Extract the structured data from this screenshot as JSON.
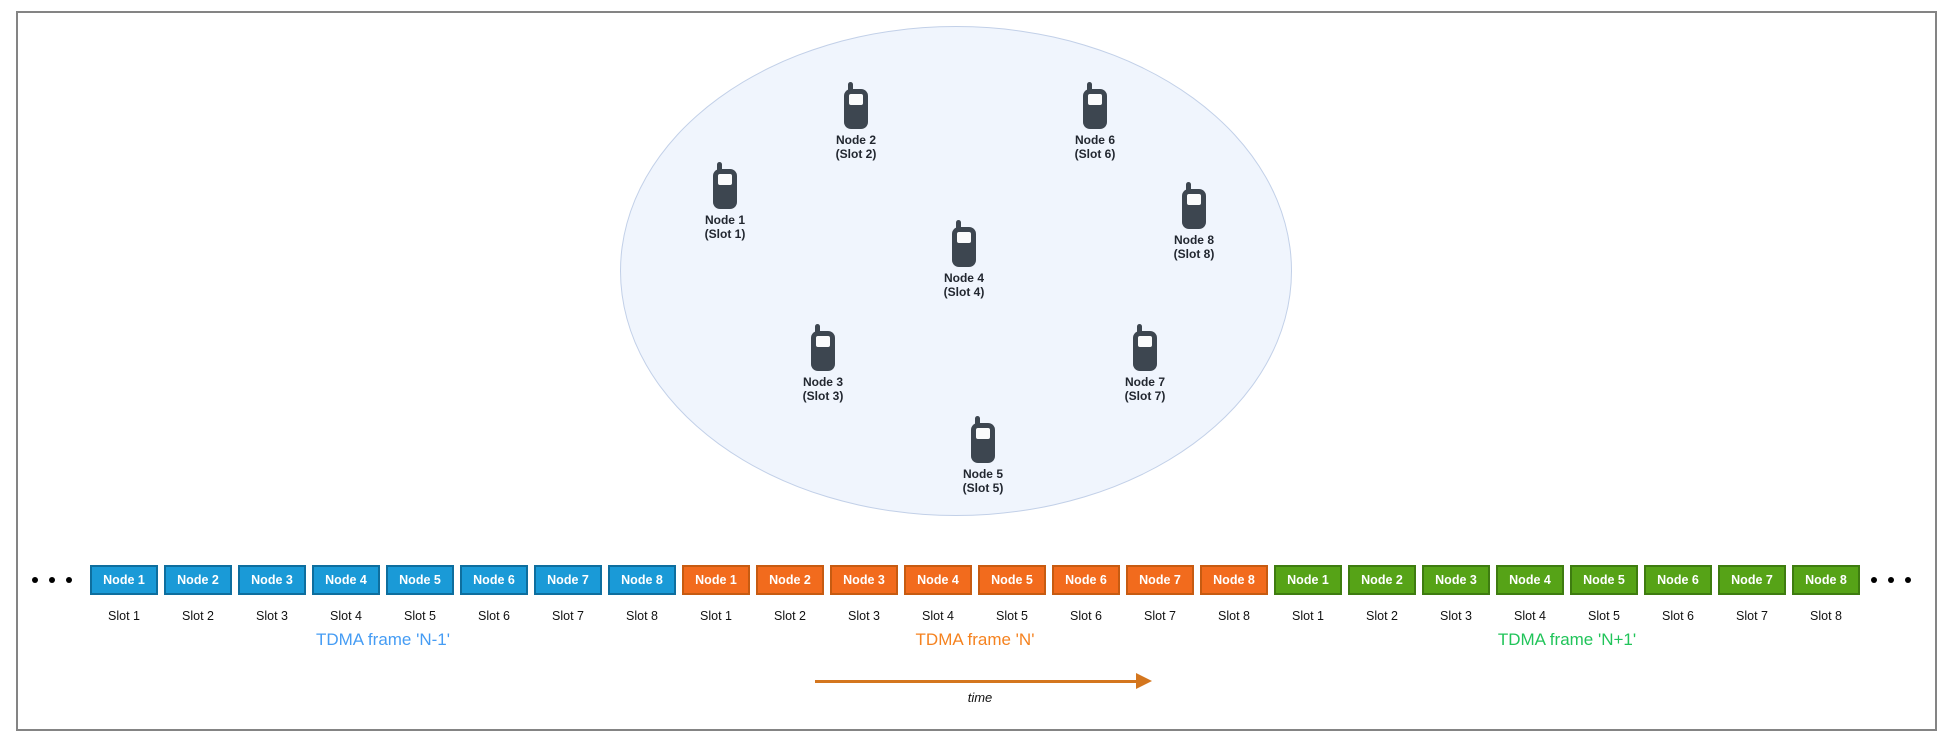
{
  "network": {
    "nodes": [
      {
        "name": "Node 1",
        "slot": "(Slot 1)"
      },
      {
        "name": "Node 2",
        "slot": "(Slot 2)"
      },
      {
        "name": "Node 3",
        "slot": "(Slot 3)"
      },
      {
        "name": "Node 4",
        "slot": "(Slot 4)"
      },
      {
        "name": "Node 5",
        "slot": "(Slot 5)"
      },
      {
        "name": "Node 6",
        "slot": "(Slot 6)"
      },
      {
        "name": "Node 7",
        "slot": "(Slot 7)"
      },
      {
        "name": "Node 8",
        "slot": "(Slot 8)"
      }
    ]
  },
  "frames": [
    {
      "label": "TDMA frame 'N-1'",
      "colors": {
        "fill": "#1A9AD7",
        "border": "#0E6E9E",
        "label": "#459CF4"
      },
      "slots": [
        {
          "node": "Node 1",
          "slot": "Slot 1"
        },
        {
          "node": "Node 2",
          "slot": "Slot 2"
        },
        {
          "node": "Node 3",
          "slot": "Slot 3"
        },
        {
          "node": "Node 4",
          "slot": "Slot 4"
        },
        {
          "node": "Node 5",
          "slot": "Slot 5"
        },
        {
          "node": "Node 6",
          "slot": "Slot 6"
        },
        {
          "node": "Node 7",
          "slot": "Slot 7"
        },
        {
          "node": "Node 8",
          "slot": "Slot 8"
        }
      ]
    },
    {
      "label": "TDMA frame 'N'",
      "colors": {
        "fill": "#F26B1D",
        "border": "#C75B11",
        "label": "#F5821F"
      },
      "slots": [
        {
          "node": "Node 1",
          "slot": "Slot 1"
        },
        {
          "node": "Node 2",
          "slot": "Slot 2"
        },
        {
          "node": "Node 3",
          "slot": "Slot 3"
        },
        {
          "node": "Node 4",
          "slot": "Slot 4"
        },
        {
          "node": "Node 5",
          "slot": "Slot 5"
        },
        {
          "node": "Node 6",
          "slot": "Slot 6"
        },
        {
          "node": "Node 7",
          "slot": "Slot 7"
        },
        {
          "node": "Node 8",
          "slot": "Slot 8"
        }
      ]
    },
    {
      "label": "TDMA frame 'N+1'",
      "colors": {
        "fill": "#56A317",
        "border": "#3E7C10",
        "label": "#21C45A"
      },
      "slots": [
        {
          "node": "Node 1",
          "slot": "Slot 1"
        },
        {
          "node": "Node 2",
          "slot": "Slot 2"
        },
        {
          "node": "Node 3",
          "slot": "Slot 3"
        },
        {
          "node": "Node 4",
          "slot": "Slot 4"
        },
        {
          "node": "Node 5",
          "slot": "Slot 5"
        },
        {
          "node": "Node 6",
          "slot": "Slot 6"
        },
        {
          "node": "Node 7",
          "slot": "Slot 7"
        },
        {
          "node": "Node 8",
          "slot": "Slot 8"
        }
      ]
    }
  ],
  "timeline": {
    "time_label": "time"
  },
  "icons": {
    "node": "mobile-phone-icon",
    "continuation": "ellipsis-dots-icon"
  },
  "palette": {
    "phone": "#3D4650",
    "ellipse_fill": "#F0F5FD",
    "ellipse_border": "#C2D0E8",
    "arrow": "#D4761E",
    "outer_border": "#848484"
  }
}
